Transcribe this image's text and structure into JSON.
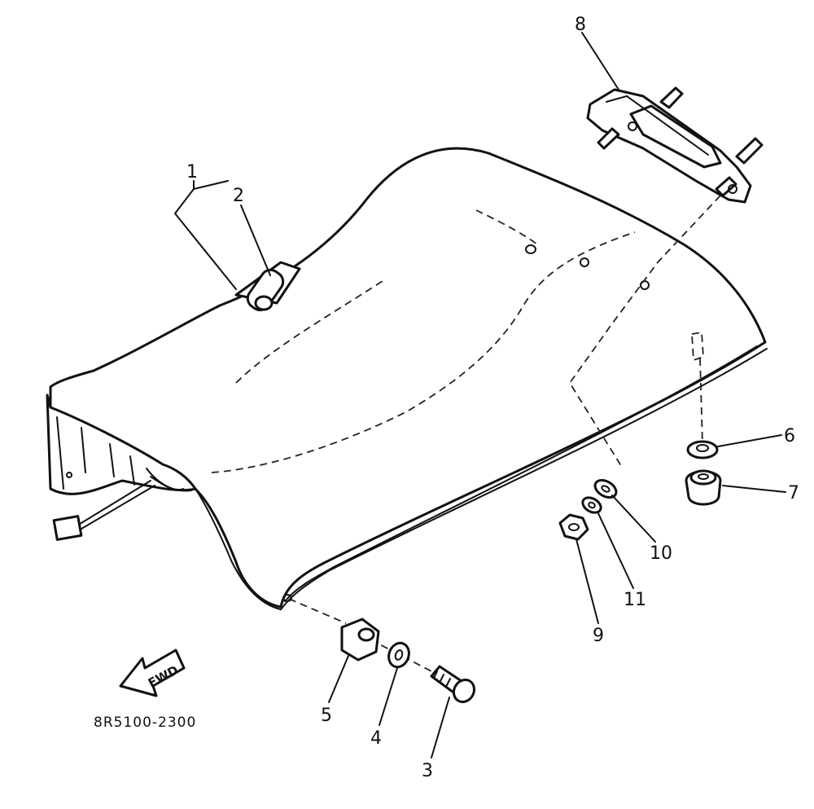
{
  "callouts": {
    "c1": "1",
    "c2": "2",
    "c3": "3",
    "c4": "4",
    "c5": "5",
    "c6": "6",
    "c7": "7",
    "c8": "8",
    "c9": "9",
    "c10": "10",
    "c11": "11"
  },
  "fwd_label": "FWD",
  "drawing_code": "8R5100-2300"
}
